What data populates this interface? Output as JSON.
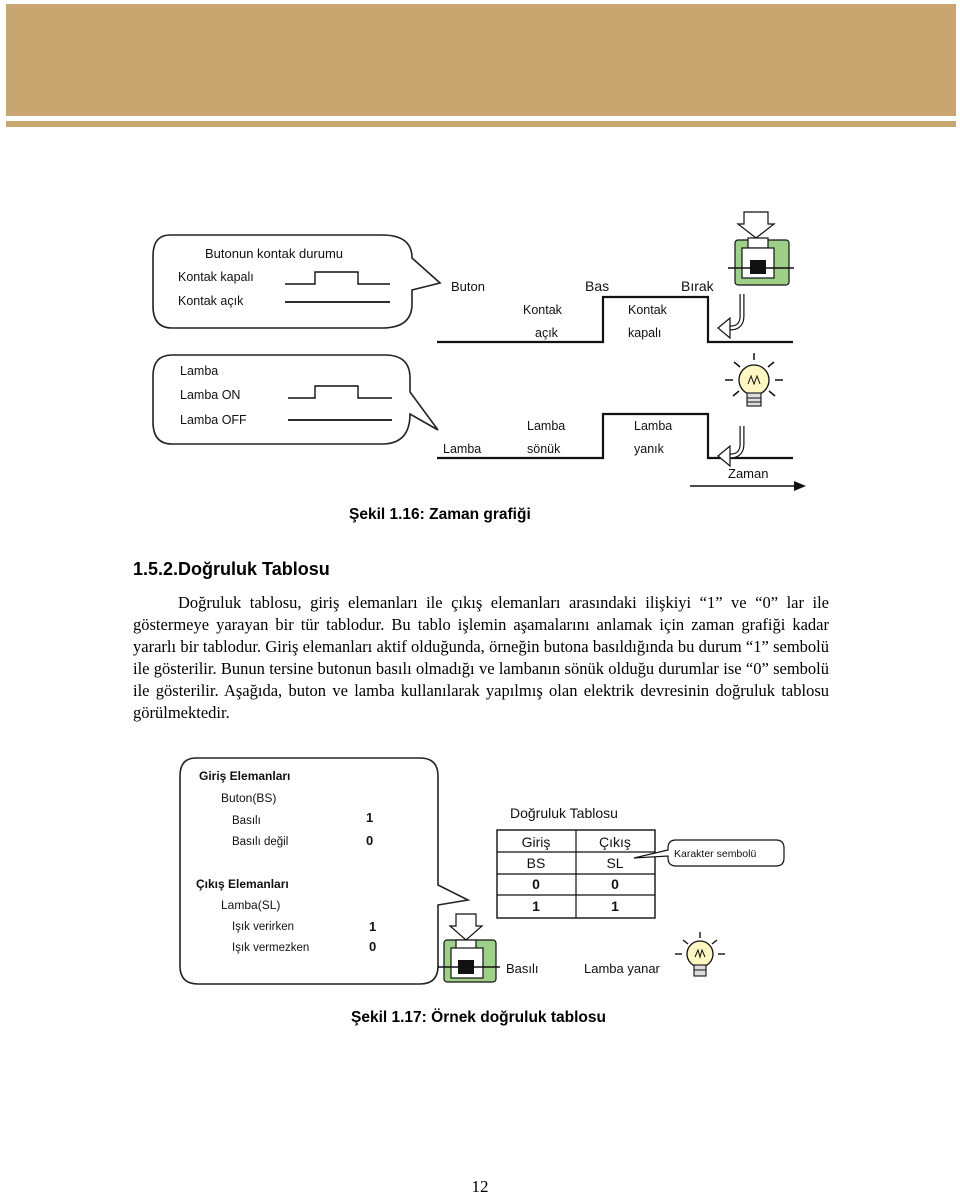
{
  "figure1": {
    "bubble_top": {
      "title": "Butonun kontak durumu",
      "closed_label": "Kontak kapalı",
      "open_label": "Kontak açık"
    },
    "bubble_bottom": {
      "title": "Lamba",
      "on_label": "Lamba ON",
      "off_label": "Lamba OFF"
    },
    "buton_label": "Buton",
    "bas_label": "Bas",
    "birak_label": "Bırak",
    "kontak_acik": [
      "Kontak",
      "açık"
    ],
    "kontak_kapali": [
      "Kontak",
      "kapalı"
    ],
    "lamba_label": "Lamba",
    "lamba_sonuk": [
      "Lamba",
      "sönük"
    ],
    "lamba_yanik": [
      "Lamba",
      "yanık"
    ],
    "zaman_label": "Zaman",
    "icons": [
      "push-button-icon",
      "curved-arrow-icon",
      "lamp-icon"
    ]
  },
  "caption1": "Şekil 1.16: Zaman grafiği",
  "section_title": "1.5.2.Doğruluk Tablosu",
  "paragraph": "Doğruluk tablosu, giriş elemanları ile çıkış elemanları arasındaki ilişkiyi “1” ve “0” lar ile göstermeye yarayan bir tür tablodur. Bu tablo işlemin aşamalarını anlamak için zaman grafiği kadar yararlı bir tablodur. Giriş elemanları aktif olduğunda, örneğin butona basıldığında bu durum “1” sembolü ile gösterilir. Bunun tersine butonun basılı olmadığı ve lambanın sönük olduğu durumlar ise “0” sembolü ile gösterilir. Aşağıda, buton ve lamba kullanılarak yapılmış olan elektrik devresinin doğruluk tablosu görülmektedir.",
  "figure2": {
    "inputs_title": "Giriş Elemanları",
    "button_name": "Buton(BS)",
    "pressed": "Basılı",
    "pressed_value": "1",
    "not_pressed": "Basılı değil",
    "not_pressed_value": "0",
    "outputs_title": "Çıkış Elemanları",
    "lamp_name": "Lamba(SL)",
    "lit": "Işık verirken",
    "lit_value": "1",
    "unlit": "Işık vermezken",
    "unlit_value": "0",
    "table_title": "Doğruluk Tablosu",
    "table_headers": [
      "Giriş",
      "Çıkış"
    ],
    "table_symbols": [
      "BS",
      "SL"
    ],
    "table_rows": [
      [
        "0",
        "0"
      ],
      [
        "1",
        "1"
      ]
    ],
    "symbol_callout": "Karakter sembolü",
    "pressed_caption": "Basılı",
    "lamp_caption": "Lamba yanar",
    "icons": [
      "push-button-icon",
      "lamp-icon"
    ]
  },
  "caption2": "Şekil 1.17: Örnek doğruluk tablosu",
  "page_number": "12",
  "colors": {
    "header_band": "#c9a66f",
    "button_green": "#9ed08a",
    "lamp_yellow": "#fff7c2",
    "diagram_line": "#111111"
  }
}
